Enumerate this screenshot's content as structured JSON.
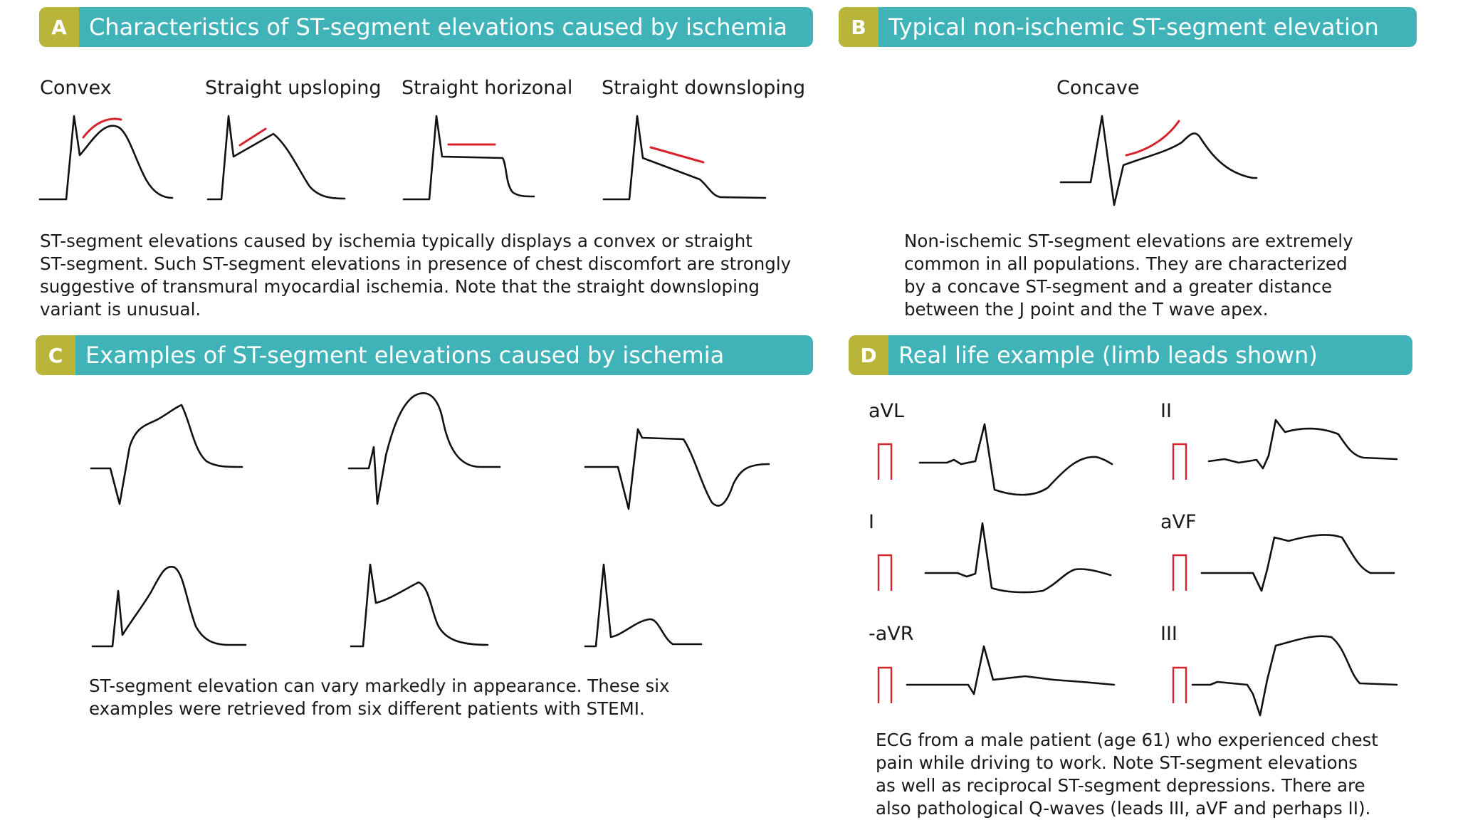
{
  "panel_a": {
    "letter": "A",
    "title": "Characteristics of ST-segment elevations caused by ischemia",
    "labels": [
      "Convex",
      "Straight upsloping",
      "Straight horizonal",
      "Straight downsloping"
    ],
    "text": [
      "ST-segment elevations caused by ischemia typically displays a convex or straight",
      "ST-segment. Such ST-segment elevations in presence of chest discomfort are strongly",
      "suggestive of transmural myocardial ischemia. Note that the straight downsloping",
      "variant is unusual."
    ]
  },
  "panel_b": {
    "letter": "B",
    "title": "Typical non-ischemic ST-segment elevation",
    "label": "Concave",
    "text": [
      "Non-ischemic ST-segment elevations are extremely",
      "common in all populations. They are characterized",
      "by a concave ST-segment and a greater distance",
      "between the J point and the T wave apex."
    ]
  },
  "panel_c": {
    "letter": "C",
    "title": "Examples of ST-segment elevations caused by ischemia",
    "text": [
      "ST-segment elevation can vary markedly in appearance. These six",
      "examples were retrieved from six different patients with STEMI."
    ]
  },
  "panel_d": {
    "letter": "D",
    "title": "Real life example (limb leads shown)",
    "leads": [
      "aVL",
      "II",
      "I",
      "aVF",
      "-aVR",
      "III"
    ],
    "text": [
      "ECG from a male patient (age 61) who experienced chest",
      "pain while driving to work. Note ST-segment elevations",
      "as well as reciprocal ST-segment depressions. There are",
      "also pathological Q-waves (leads III, aVF and perhaps II)."
    ]
  },
  "colors": {
    "banner": "#3fb3b7",
    "badge": "#b9b43a",
    "marker": "#d6222a",
    "trace": "#111111"
  }
}
